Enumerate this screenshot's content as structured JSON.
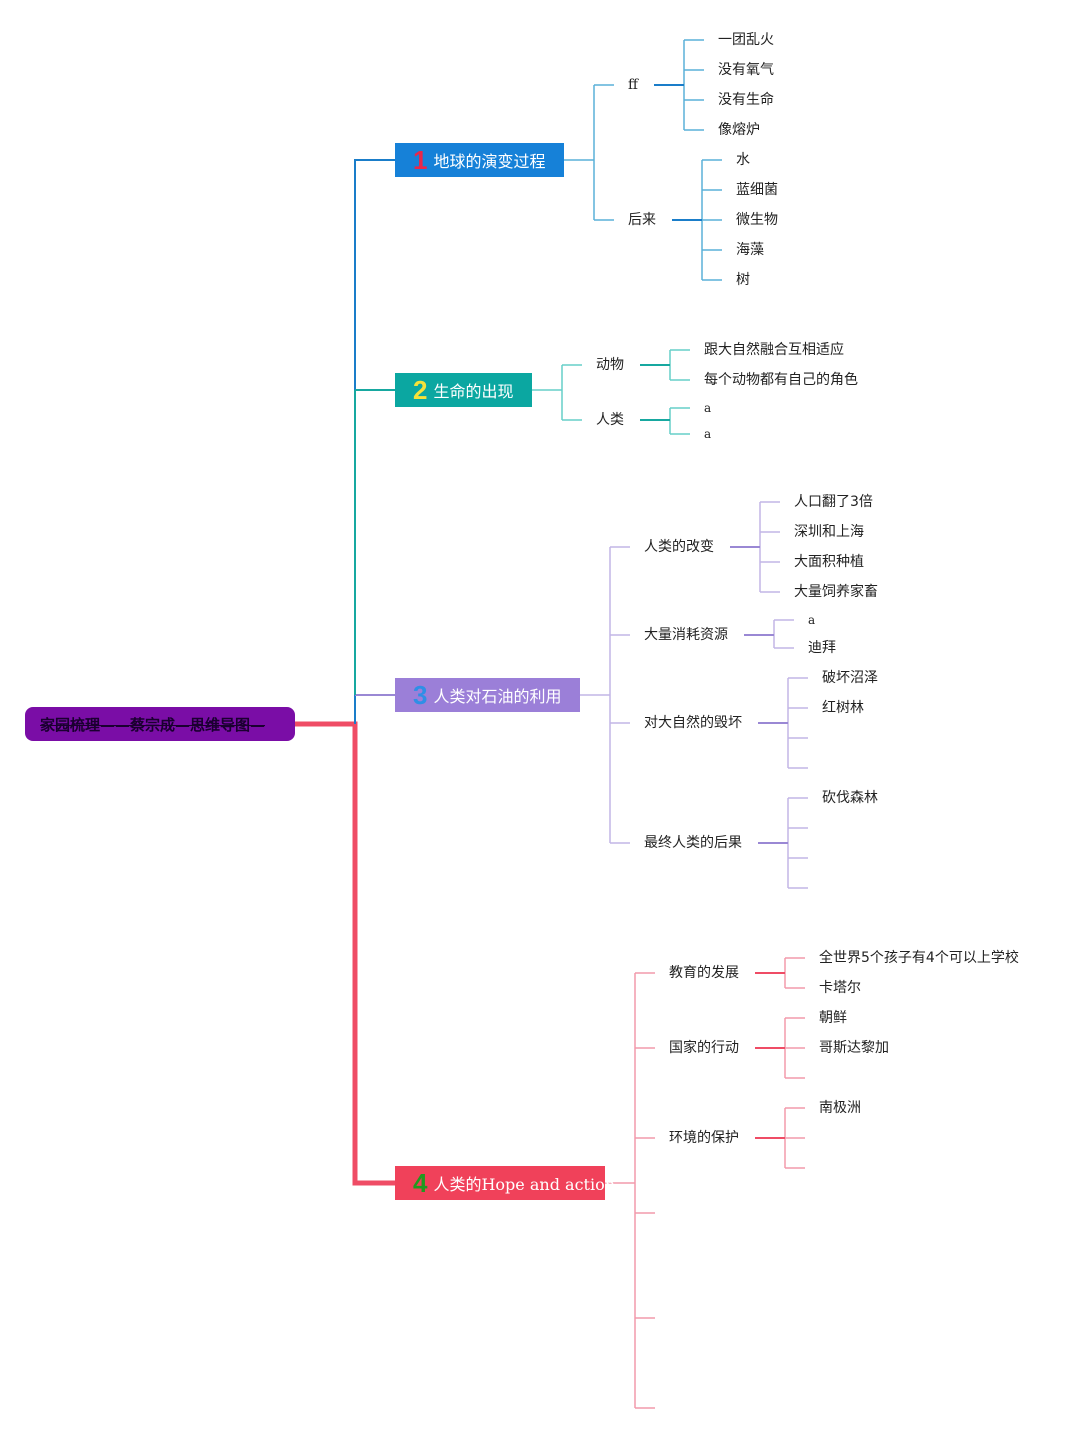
{
  "root": {
    "label": "家园梳理——蔡宗成—思维导图—"
  },
  "colors": {
    "topic1": "#1681d8",
    "topic2": "#0ba7a1",
    "topic3": "#9b7fd8",
    "topic4": "#f0415a",
    "root": "#7a0da6",
    "line1": "#1a7dc9",
    "line2": "#17a8a0",
    "line3": "#9a88d4",
    "line4": "#ef4c65"
  },
  "topics": [
    {
      "num": "1",
      "label": "地球的演变过程",
      "branches": [
        {
          "label": "ff",
          "leaves": [
            "一团乱火",
            "没有氧气",
            "没有生命",
            "像熔炉"
          ]
        },
        {
          "label": "后来",
          "leaves": [
            "水",
            "蓝细菌",
            "微生物",
            "海藻",
            "树"
          ]
        }
      ]
    },
    {
      "num": "2",
      "label": "生命的出现",
      "branches": [
        {
          "label": "动物",
          "leaves": [
            "跟大自然融合互相适应",
            "每个动物都有自己的角色"
          ]
        },
        {
          "label": "人类",
          "leaves": [
            "a",
            "a"
          ]
        }
      ]
    },
    {
      "num": "3",
      "label": "人类对石油的利用",
      "branches": [
        {
          "label": "人类的改变",
          "leaves": [
            "人口翻了3倍",
            "深圳和上海",
            "大面积种植",
            "大量饲养家畜"
          ]
        },
        {
          "label": "大量消耗资源",
          "leaves": [
            "a",
            "迪拜"
          ]
        },
        {
          "label": "对大自然的毁坏",
          "leaves": [
            "破坏沼泽",
            "红树林",
            "",
            ""
          ]
        },
        {
          "label": "最终人类的后果",
          "leaves": [
            "砍伐森林",
            "",
            "",
            ""
          ]
        }
      ]
    },
    {
      "num": "4",
      "label": "人类的Hope and action",
      "branches": [
        {
          "label": "教育的发展",
          "leaves": [
            "全世界5个孩子有4个可以上学校",
            "卡塔尔"
          ]
        },
        {
          "label": "国家的行动",
          "leaves": [
            "朝鲜",
            "哥斯达黎加",
            ""
          ]
        },
        {
          "label": "环境的保护",
          "leaves": [
            "南极洲",
            "",
            ""
          ]
        },
        {
          "label": "",
          "leaves": []
        },
        {
          "label": "",
          "leaves": []
        },
        {
          "label": "",
          "leaves": []
        }
      ]
    }
  ]
}
